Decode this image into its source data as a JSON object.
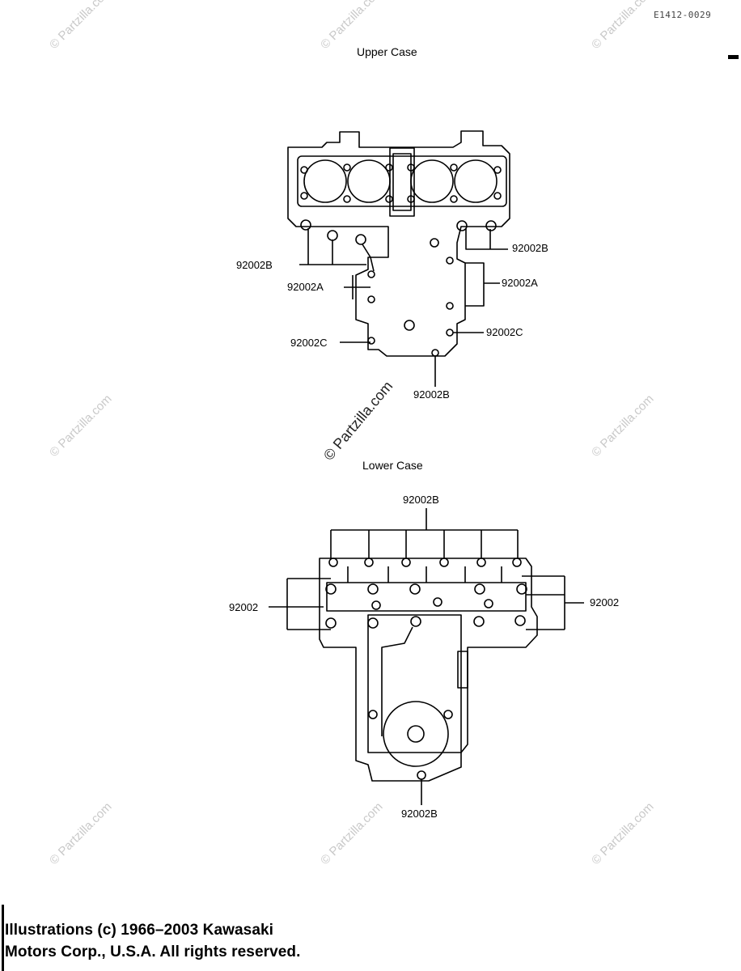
{
  "document": {
    "code": "E1412-0029",
    "watermark": "© Partzilla.com"
  },
  "upper_case": {
    "title": "Upper Case",
    "callouts": [
      "92002B",
      "92002B",
      "92002A",
      "92002A",
      "92002C",
      "92002C",
      "92002B"
    ]
  },
  "lower_case": {
    "title": "Lower Case",
    "callouts": [
      "92002B",
      "92002",
      "92002",
      "92002B"
    ]
  },
  "copyright": {
    "line1": "Illustrations (c) 1966–2003 Kawasaki",
    "line2": "Motors Corp., U.S.A.  All rights reserved."
  }
}
